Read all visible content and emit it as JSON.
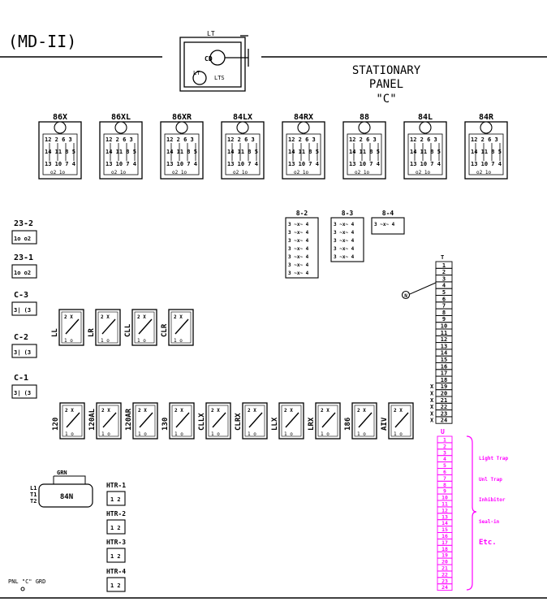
{
  "title_id": "(MD-II)",
  "panel_title": {
    "line1": "STATIONARY",
    "line2": "PANEL",
    "line3": "\"C\""
  },
  "lt_block": {
    "label": "LT",
    "cd": "CD",
    "lt": "LT",
    "lts": "LTS"
  },
  "relays_top": [
    "86X",
    "86XL",
    "86XR",
    "84LX",
    "84RX",
    "88",
    "84L",
    "84R"
  ],
  "relay_pins": {
    "row1": "12 2 6 3",
    "row2": "14 11 8 5",
    "row3": "13 10 7 4",
    "row4": "o2 1o"
  },
  "small_left": [
    {
      "label": "23-2",
      "inner": "1o  o2"
    },
    {
      "label": "23-1",
      "inner": "1o  o2"
    },
    {
      "label": "C-3",
      "inner": "3| (3"
    },
    {
      "label": "C-2",
      "inner": "3| (3"
    },
    {
      "label": "C-1",
      "inner": "3| (3"
    }
  ],
  "ctrl_row1": [
    "LL",
    "LR",
    "CLL",
    "CLR"
  ],
  "ctrl_row2": [
    "120",
    "120AL",
    "120AR",
    "130",
    "CLLX",
    "CLRX",
    "LLX",
    "LRX",
    "186",
    "AIV"
  ],
  "blocks_88": [
    {
      "label": "8-2"
    },
    {
      "label": "8-3"
    },
    {
      "label": "8-4"
    }
  ],
  "terminal_strip": {
    "top_label": "T",
    "numbers": [
      "1",
      "2",
      "3",
      "4",
      "5",
      "6",
      "7",
      "8",
      "9",
      "10",
      "11",
      "12",
      "13",
      "14",
      "15",
      "16",
      "17",
      "18",
      "19",
      "20",
      "21",
      "22",
      "23",
      "24"
    ],
    "side_x": [
      "X",
      "X",
      "X",
      "X",
      "X",
      "X"
    ]
  },
  "n_marker": "N",
  "magenta_strip": {
    "top_label": "U",
    "numbers": [
      "1",
      "2",
      "3",
      "4",
      "5",
      "6",
      "7",
      "8",
      "9",
      "10",
      "11",
      "12",
      "13",
      "14",
      "15",
      "16",
      "17",
      "18",
      "19",
      "20",
      "21",
      "22",
      "23",
      "24"
    ],
    "notes": [
      "Light Trap",
      "Unl Trap",
      "Inhibitor",
      "Seal-in",
      "Etc."
    ],
    "color": "#ff00ff"
  },
  "grn_block": {
    "label": "GRN",
    "body": "84N",
    "leads": [
      "L1",
      "T1",
      "T2"
    ]
  },
  "heaters": [
    "HTR-1",
    "HTR-2",
    "HTR-3",
    "HTR-4"
  ],
  "ground": "PNL \"C\" GRD"
}
